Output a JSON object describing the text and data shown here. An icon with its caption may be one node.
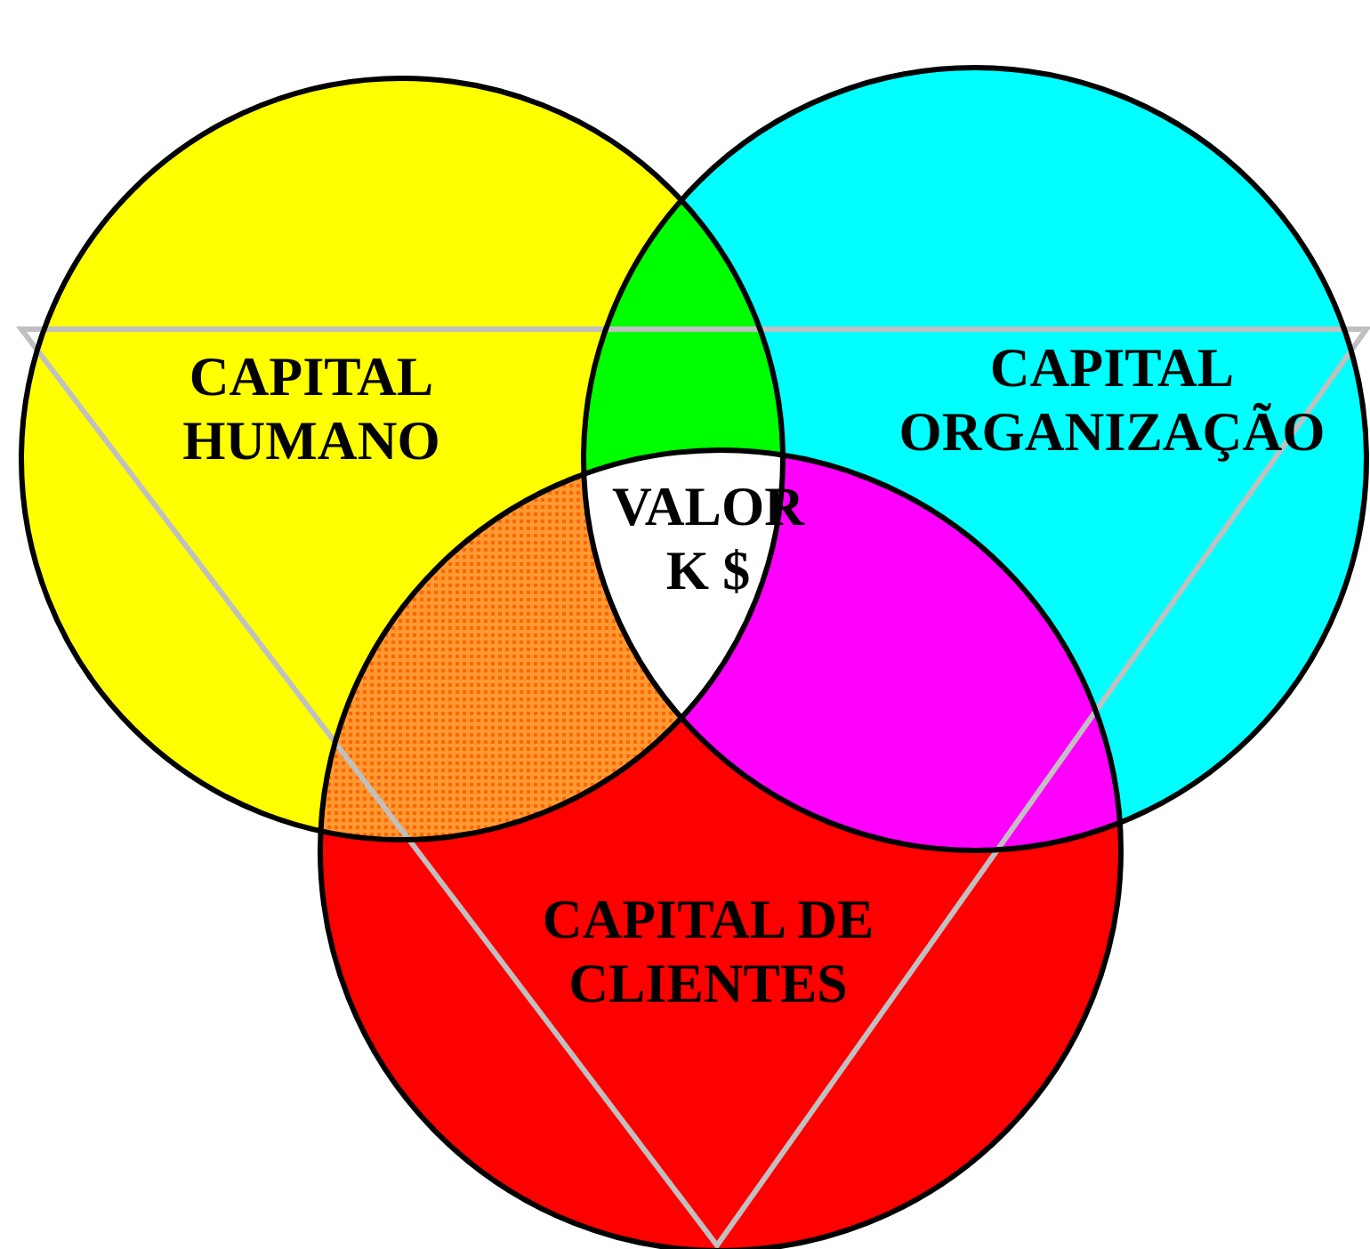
{
  "diagram": {
    "nodes": [
      {
        "text": [
          "CAPITAL HUMANO"
        ]
      },
      {
        "text": [
          "CAPITAL ORGANIZAÇÃO"
        ]
      },
      {
        "text": [
          "CAPITAL DE CLIENTES"
        ]
      },
      {
        "text": [
          "VALOR K $"
        ]
      }
    ]
  }
}
